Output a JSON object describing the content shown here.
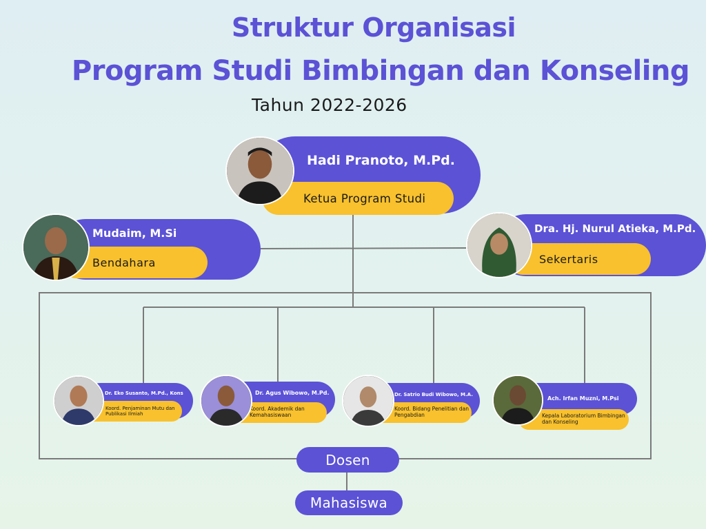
{
  "header": {
    "title_line1": "Struktur Organisasi",
    "title_line2": "Program Studi Bimbingan dan Konseling",
    "period": "Tahun 2022-2026"
  },
  "colors": {
    "accent_purple": "#5b52d6",
    "accent_yellow": "#f8c12d",
    "line_gray": "#7a7a7a"
  },
  "head": {
    "name": "Hadi Pranoto, M.Pd.",
    "role": "Ketua Program Studi"
  },
  "treasurer": {
    "name": "Mudaim, M.Si",
    "role": "Bendahara"
  },
  "secretary": {
    "name": "Dra. Hj. Nurul Atieka, M.Pd.",
    "role": "Sekertaris"
  },
  "coordinators": [
    {
      "name": "Dr. Eko Susanto, M.Pd., Kons",
      "role": "Koord. Penjaminan Mutu dan Publikasi Ilmiah"
    },
    {
      "name": "Dr. Agus Wibowo, M.Pd.",
      "role": "Koord. Akademik dan Kemahasiswaan"
    },
    {
      "name": "Dr. Satrio Budi Wibowo, M.A.",
      "role": "Koord. Bidang Penelitian dan Pengabdian"
    },
    {
      "name": "Ach. Irfan Muzni, M.Psi",
      "role": "Kepala Laboratorium Bimbingan dan Konseling"
    }
  ],
  "groups": {
    "lecturers": "Dosen",
    "students": "Mahasiswa"
  }
}
